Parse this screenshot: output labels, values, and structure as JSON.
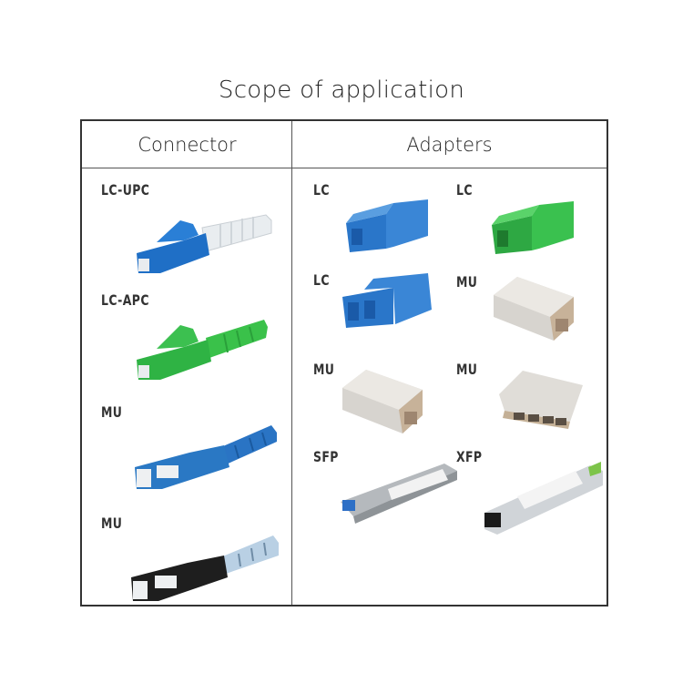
{
  "title": "Scope of application",
  "table": {
    "headers": {
      "connector": "Connector",
      "adapters": "Adapters"
    },
    "connectors": [
      {
        "label": "LC-UPC",
        "icon": "lc-upc-connector-icon",
        "color": "#1f6fc6"
      },
      {
        "label": "LC-APC",
        "icon": "lc-apc-connector-icon",
        "color": "#2fb344"
      },
      {
        "label": "MU",
        "icon": "mu-blue-connector-icon",
        "color": "#2a78c4"
      },
      {
        "label": "MU",
        "icon": "mu-black-connector-icon",
        "color": "#1e1e1e"
      }
    ],
    "adapters": [
      {
        "label": "LC",
        "icon": "lc-blue-simplex-adapter-icon",
        "color": "#2a76c9"
      },
      {
        "label": "LC",
        "icon": "lc-green-simplex-adapter-icon",
        "color": "#34b14a"
      },
      {
        "label": "LC",
        "icon": "lc-blue-duplex-adapter-icon",
        "color": "#2a76c9"
      },
      {
        "label": "MU",
        "icon": "mu-metal-adapter-icon",
        "color": "#c9b9a6"
      },
      {
        "label": "MU",
        "icon": "mu-metal-adapter-icon",
        "color": "#c9b9a6"
      },
      {
        "label": "MU",
        "icon": "mu-quad-adapter-icon",
        "color": "#d6cfc6"
      },
      {
        "label": "SFP",
        "icon": "sfp-module-icon",
        "color": "#9aa0a6"
      },
      {
        "label": "XFP",
        "icon": "xfp-module-icon",
        "color": "#c7cbcf"
      }
    ]
  }
}
